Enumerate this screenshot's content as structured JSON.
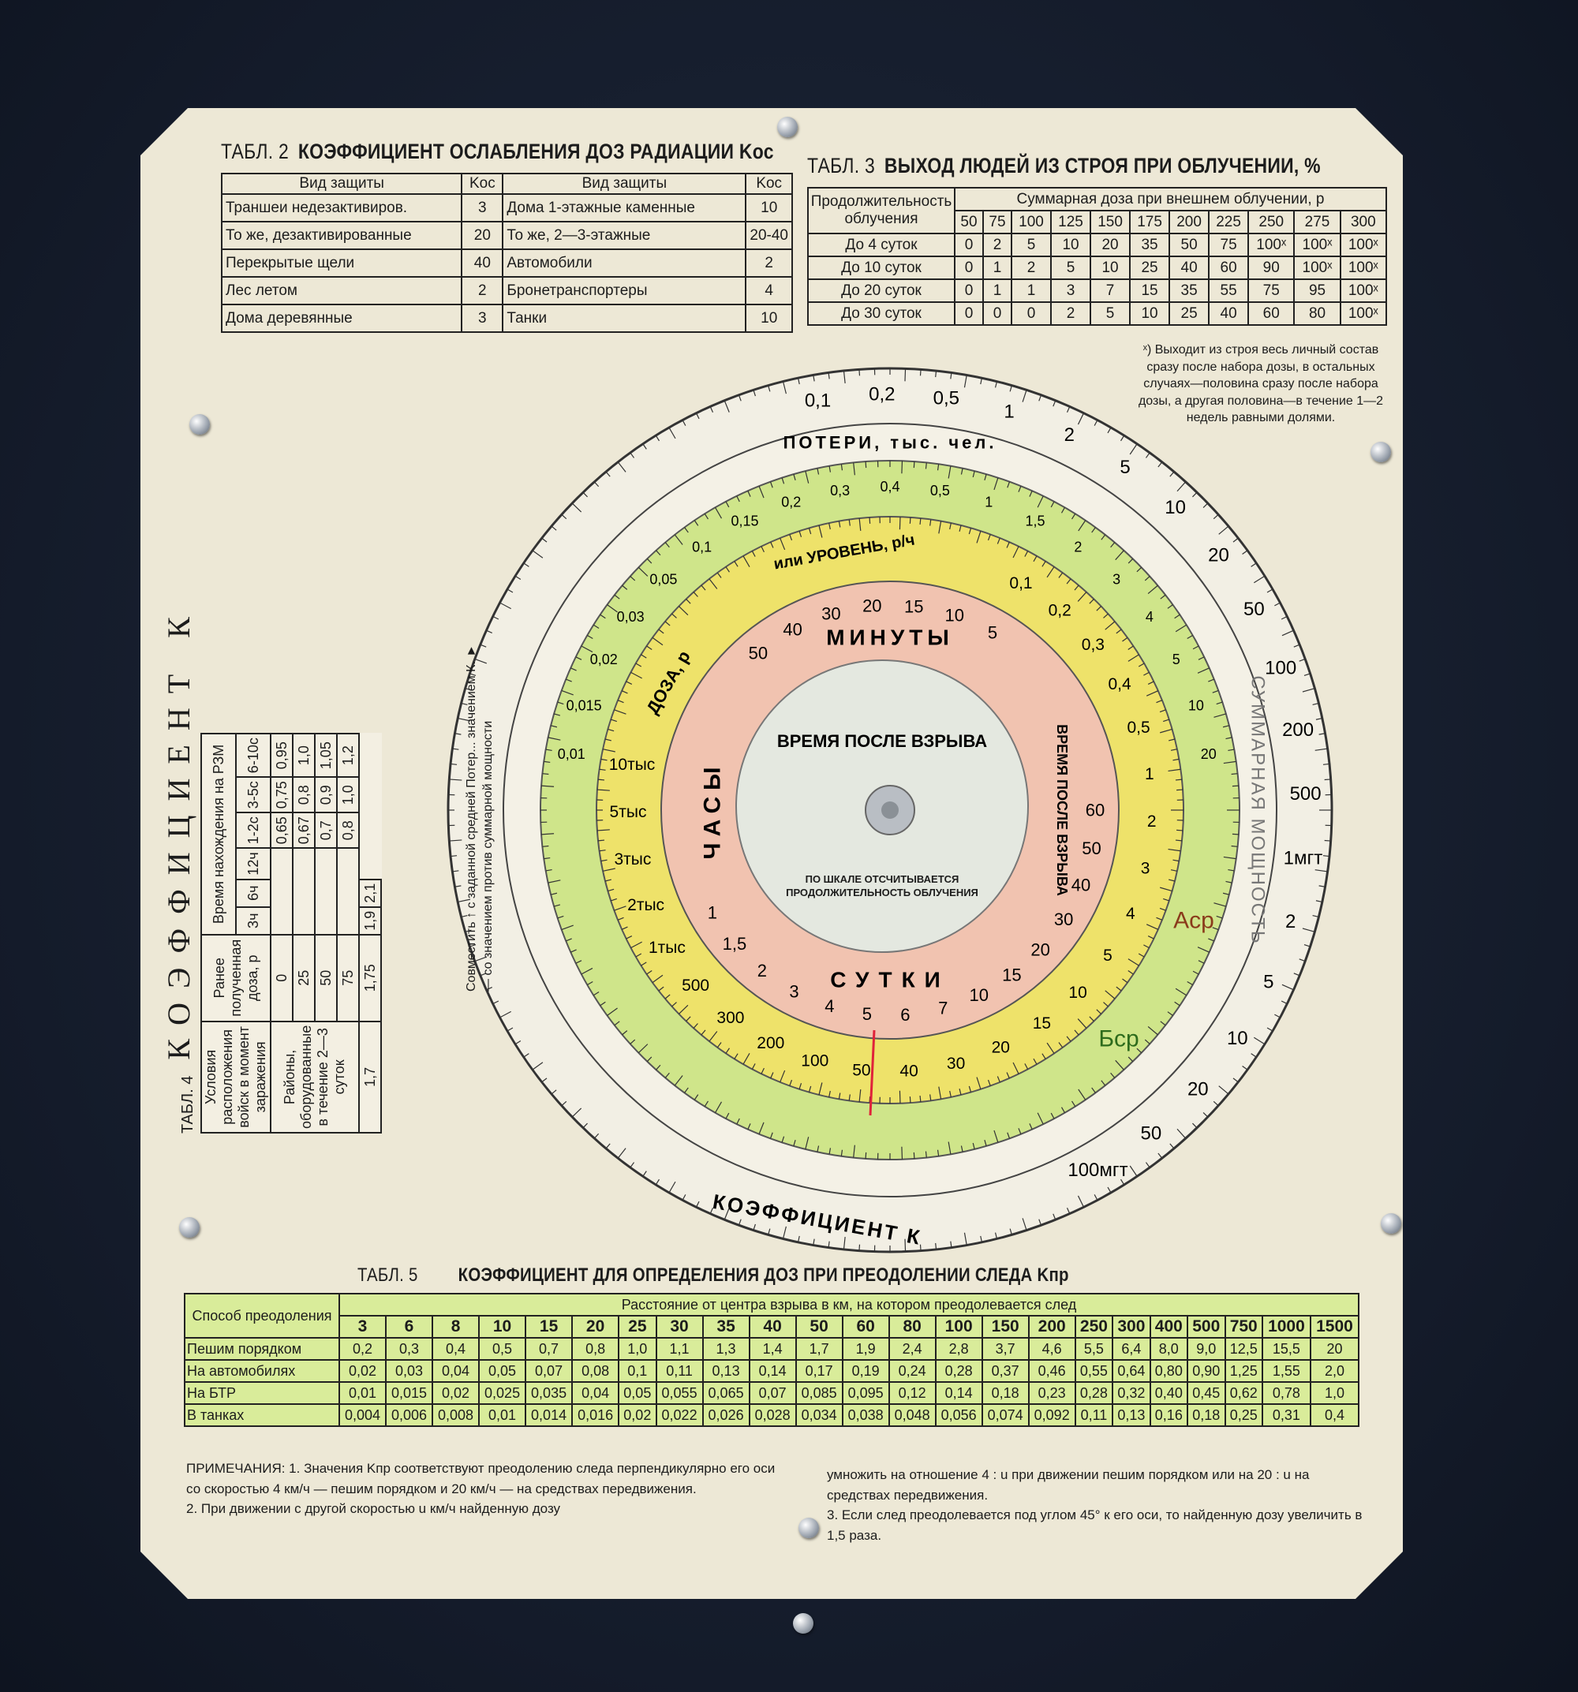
{
  "table2": {
    "label": "ТАБЛ. 2",
    "title": "КОЭФФИЦИЕНТ ОСЛАБЛЕНИЯ ДОЗ РАДИАЦИИ Kос",
    "headers": [
      "Вид защиты",
      "Kос",
      "Вид защиты",
      "Kос"
    ],
    "rows": [
      [
        "Траншеи недезактивиров.",
        "3",
        "Дома 1-этажные каменные",
        "10"
      ],
      [
        "То же, дезактивированные",
        "20",
        "То же, 2—3-этажные",
        "20-40"
      ],
      [
        "Перекрытые щели",
        "40",
        "Автомобили",
        "2"
      ],
      [
        "Лес летом",
        "2",
        "Бронетранспортеры",
        "4"
      ],
      [
        "Дома деревянные",
        "3",
        "Танки",
        "10"
      ]
    ]
  },
  "table3": {
    "label": "ТАБЛ. 3",
    "title": "ВЫХОД ЛЮДЕЙ ИЗ СТРОЯ ПРИ ОБЛУЧЕНИИ, %",
    "row_header": "Продолжительность облучения",
    "col_group_header": "Суммарная доза при внешнем облучении, р",
    "doses": [
      "50",
      "75",
      "100",
      "125",
      "150",
      "175",
      "200",
      "225",
      "250",
      "275",
      "300"
    ],
    "rows": [
      {
        "label": "До 4 суток",
        "values": [
          "0",
          "2",
          "5",
          "10",
          "20",
          "35",
          "50",
          "75",
          "100ˣ",
          "100ˣ",
          "100ˣ"
        ]
      },
      {
        "label": "До 10 суток",
        "values": [
          "0",
          "1",
          "2",
          "5",
          "10",
          "25",
          "40",
          "60",
          "90",
          "100ˣ",
          "100ˣ"
        ]
      },
      {
        "label": "До 20 суток",
        "values": [
          "0",
          "1",
          "1",
          "3",
          "7",
          "15",
          "35",
          "55",
          "75",
          "95",
          "100ˣ"
        ]
      },
      {
        "label": "До 30 суток",
        "values": [
          "0",
          "0",
          "0",
          "2",
          "5",
          "10",
          "25",
          "40",
          "60",
          "80",
          "100ˣ"
        ]
      }
    ],
    "footnote": "ˣ) Выходит из строя весь личный состав сразу после набора дозы, в остальных случаях—половина сразу после набора дозы, а другая половина—в течение 1—2 недель равными долями."
  },
  "table4": {
    "label": "ТАБЛ. 4",
    "title": "КОЭФФИЦИЕНТ К",
    "h_location": "Условия расположения войск в момент заражения",
    "h_prior_dose": "Ранее полученная доза, р",
    "h_time": "Время нахождения на РЗМ",
    "times": [
      "3ч",
      "6ч",
      "12ч",
      "1-2с",
      "3-5с",
      "6-10с"
    ],
    "area": "Районы, оборудованные в течение 2—3 суток",
    "prior_doses": [
      "0",
      "25",
      "50",
      "75"
    ],
    "values": [
      [
        "0,65",
        "0,75",
        "0,95"
      ],
      [
        "0,67",
        "0,8",
        "1,0"
      ],
      [
        "0,7",
        "0,9",
        "1,05"
      ],
      [
        "0,8",
        "1,0",
        "1,2"
      ]
    ],
    "partial_values": [
      "1,7",
      "1,75",
      "1,9",
      "2,1"
    ]
  },
  "disc": {
    "losses_label": "ПОТЕРИ, тыс. чел.",
    "total_power_label": "СУММАРНАЯ МОЩНОСТЬ",
    "dose_label": "ДОЗА, р",
    "level_label": "или УРОВЕНЬ, р/ч",
    "minutes_label": "МИНУТЫ",
    "hours_label": "ЧАСЫ",
    "days_label": "СУТКИ",
    "time_after_label": "ВРЕМЯ ПОСЛЕ ВЗРЫВА",
    "center_title": "ВРЕМЯ ПОСЛЕ ВЗРЫВА",
    "center_note": "ПО ШКАЛЕ ОТСЧИТЫВАЕТСЯ ПРОДОЛЖИТЕЛЬНОСТЬ ОБЛУЧЕНИЯ",
    "asr": "Aср",
    "bsr": "Бср",
    "coef_label": "КОЭФФИЦИЕНТ К",
    "instruction": "Совместить ↑ с заданной средней Потер... значением К. ▼ — со значением против суммарной мощности",
    "outer_scale": [
      "0,1",
      "0,2",
      "0,5",
      "1",
      "2",
      "5",
      "10",
      "20",
      "50",
      "100",
      "200",
      "500",
      "1мгт",
      "2",
      "5",
      "10",
      "20",
      "50",
      "100мгт"
    ],
    "green_scale": [
      "0,01",
      "0,015",
      "0,02",
      "0,03",
      "0,05",
      "0,1",
      "0,15",
      "0,2",
      "0,3",
      "0,4",
      "0,5",
      "1",
      "1,5",
      "2",
      "3",
      "4",
      "5",
      "10",
      "20"
    ],
    "yellow_scale": [
      "0,1",
      "0,2",
      "0,3",
      "0,4",
      "0,5",
      "1",
      "2",
      "3",
      "4",
      "5",
      "10",
      "15",
      "20",
      "30",
      "40",
      "50",
      "100",
      "200",
      "300",
      "500",
      "1тыс",
      "2тыс",
      "3тыс",
      "5тыс",
      "10тыс"
    ],
    "days_scale": [
      "60",
      "50",
      "40",
      "30",
      "20",
      "15",
      "10",
      "7",
      "6",
      "5",
      "4",
      "3",
      "2",
      "1,5",
      "1"
    ],
    "minutes_scale": [
      "50",
      "40",
      "30",
      "20",
      "15",
      "10",
      "5"
    ],
    "colors": {
      "green": "#cfe58a",
      "yellow": "#eee26a",
      "pink": "#f1c3b0",
      "center": "#e4e8e0",
      "white_ring": "#f2efe4"
    }
  },
  "table5": {
    "label": "ТАБЛ. 5",
    "title": "КОЭФФИЦИЕНТ ДЛЯ ОПРЕДЕЛЕНИЯ ДОЗ ПРИ ПРЕОДОЛЕНИИ СЛЕДА Kпр",
    "row_header": "Способ преодоления",
    "col_group_header": "Расстояние от центра взрыва в км, на котором преодолевается след",
    "distances": [
      "3",
      "6",
      "8",
      "10",
      "15",
      "20",
      "25",
      "30",
      "35",
      "40",
      "50",
      "60",
      "80",
      "100",
      "150",
      "200",
      "250",
      "300",
      "400",
      "500",
      "750",
      "1000",
      "1500"
    ],
    "rows": [
      {
        "label": "Пешим порядком",
        "values": [
          "0,2",
          "0,3",
          "0,4",
          "0,5",
          "0,7",
          "0,8",
          "1,0",
          "1,1",
          "1,3",
          "1,4",
          "1,7",
          "1,9",
          "2,4",
          "2,8",
          "3,7",
          "4,6",
          "5,5",
          "6,4",
          "8,0",
          "9,0",
          "12,5",
          "15,5",
          "20"
        ]
      },
      {
        "label": "На автомобилях",
        "values": [
          "0,02",
          "0,03",
          "0,04",
          "0,05",
          "0,07",
          "0,08",
          "0,1",
          "0,11",
          "0,13",
          "0,14",
          "0,17",
          "0,19",
          "0,24",
          "0,28",
          "0,37",
          "0,46",
          "0,55",
          "0,64",
          "0,80",
          "0,90",
          "1,25",
          "1,55",
          "2,0"
        ]
      },
      {
        "label": "На БТР",
        "values": [
          "0,01",
          "0,015",
          "0,02",
          "0,025",
          "0,035",
          "0,04",
          "0,05",
          "0,055",
          "0,065",
          "0,07",
          "0,085",
          "0,095",
          "0,12",
          "0,14",
          "0,18",
          "0,23",
          "0,28",
          "0,32",
          "0,40",
          "0,45",
          "0,62",
          "0,78",
          "1,0"
        ]
      },
      {
        "label": "В танках",
        "values": [
          "0,004",
          "0,006",
          "0,008",
          "0,01",
          "0,014",
          "0,016",
          "0,02",
          "0,022",
          "0,026",
          "0,028",
          "0,034",
          "0,038",
          "0,048",
          "0,056",
          "0,074",
          "0,092",
          "0,11",
          "0,13",
          "0,16",
          "0,18",
          "0,25",
          "0,31",
          "0,4"
        ]
      }
    ],
    "notes_left": "ПРИМЕЧАНИЯ: 1. Значения Kпр соответствуют преодолению следа перпендикулярно его оси со скоростью 4 км/ч — пешим порядком и 20 км/ч — на средствах передвижения.\n2. При движении с другой скоростью u км/ч найденную дозу",
    "notes_right": "умножить на отношение 4 : u при движении пешим порядком или на 20 : u на средствах передвижения.\n3. Если след преодолевается под углом 45° к его оси, то найденную дозу увеличить в 1,5 раза."
  }
}
